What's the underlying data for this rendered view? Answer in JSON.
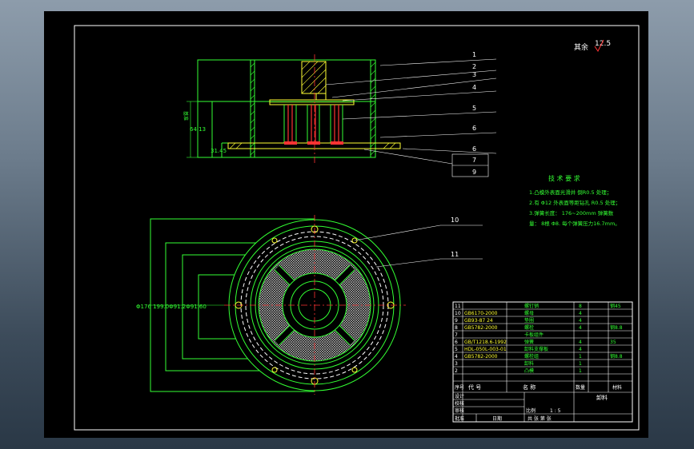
{
  "roughness": {
    "label": "其余",
    "value": "12.5"
  },
  "balloons": [
    "1",
    "2",
    "3",
    "4",
    "5",
    "6",
    "6",
    "7",
    "9",
    "10",
    "11"
  ],
  "dimensions": {
    "vertical_left": "基准",
    "height_1": "64.13",
    "height_2": "31.45",
    "diameters": "Φ176  199.0Φ91.2Φ91.60"
  },
  "tech_req": {
    "title": "技 术 要 求",
    "lines": [
      "1.凸模外表面光滑并 倒R0.5 处理；",
      "2.有 Φ12 外表面等距钻孔 R0.5 处理；",
      "3.弹簧长度： 176~200mm 弹簧数",
      "量： 8根 Φ8. 每个弹簧压力16.7mm。"
    ]
  },
  "bom": {
    "rows": [
      {
        "no": "11",
        "code": "",
        "name": "螺钉销",
        "qty": "8",
        "material": "钢45"
      },
      {
        "no": "10",
        "code": "GB6170-2000",
        "name": "螺母",
        "qty": "4",
        "material": ""
      },
      {
        "no": "9",
        "code": "GB93-87 24",
        "name": "垫圈",
        "qty": "4",
        "material": ""
      },
      {
        "no": "8",
        "code": "GB5782-2000",
        "name": "螺栓",
        "qty": "4",
        "material": "钢8.8"
      },
      {
        "no": "7",
        "code": "",
        "name": "卡板组件",
        "qty": "",
        "material": ""
      },
      {
        "no": "6",
        "code": "GB/T1218.6-1992",
        "name": "弹簧",
        "qty": "4",
        "material": "35"
      },
      {
        "no": "5",
        "code": "HDL-050L-003-01",
        "name": "卸料支撑板",
        "qty": "4",
        "material": ""
      },
      {
        "no": "4",
        "code": "GB5782-2000",
        "name": "螺栓组",
        "qty": "1",
        "material": "钢8.8"
      },
      {
        "no": "3",
        "code": "",
        "name": "卸料",
        "qty": "1",
        "material": ""
      },
      {
        "no": "2",
        "code": "",
        "name": "凸模",
        "qty": "1",
        "material": ""
      }
    ],
    "header": {
      "no": "序号",
      "code": "代  号",
      "name": "名  称",
      "qty": "数量",
      "material": "材料"
    },
    "title_block": {
      "title": "卸料",
      "labels": [
        "设计",
        "校核",
        "审核",
        "批准",
        "日期"
      ],
      "ratio_label": "比例",
      "ratio": "1 : 5",
      "sheet_info": "共 张  第 张"
    }
  }
}
